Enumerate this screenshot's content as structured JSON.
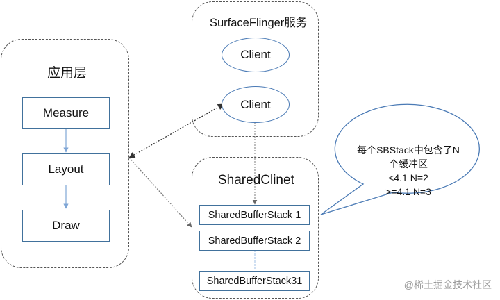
{
  "app_layer": {
    "title": "应用层",
    "steps": [
      {
        "label": "Measure"
      },
      {
        "label": "Layout"
      },
      {
        "label": "Draw"
      }
    ]
  },
  "surfaceflinger": {
    "title": "SurfaceFlinger服务",
    "clients": [
      {
        "label": "Client"
      },
      {
        "label": "Client"
      }
    ]
  },
  "shared_client": {
    "title": "SharedClinet",
    "stacks": [
      {
        "label": "SharedBufferStack  1"
      },
      {
        "label": "SharedBufferStack  2"
      },
      {
        "label": "SharedBufferStack31"
      }
    ]
  },
  "callout": {
    "lines": [
      "每个SBStack中包含了N",
      "个缓冲区",
      "<4.1 N=2",
      ">=4.1 N=3"
    ]
  },
  "watermark": "@稀土掘金技术社区",
  "colors": {
    "box_border": "#41719c",
    "ellipse_border": "#4a7ab5",
    "connector": "#7fa6d6",
    "dashed_border": "#555555"
  }
}
